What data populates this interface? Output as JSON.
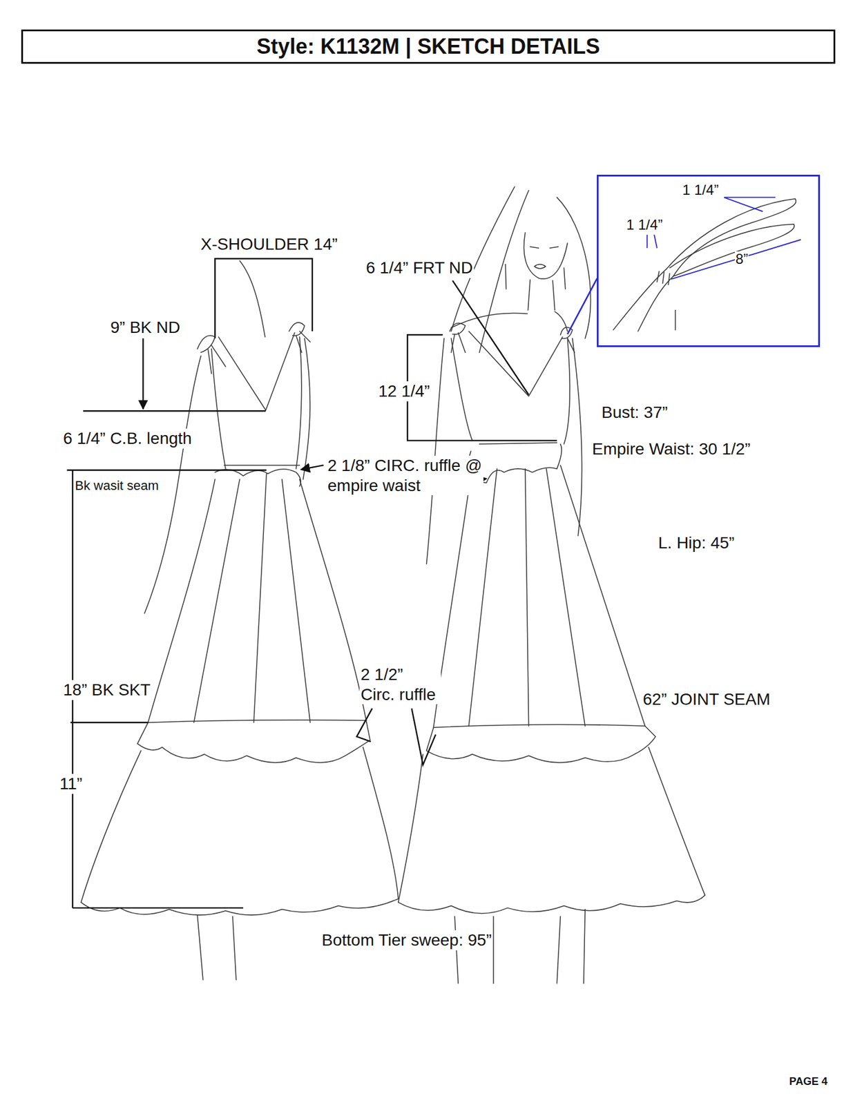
{
  "diagram": {
    "title": "Style: K1132M  |  SKETCH DETAILS",
    "nodes": [
      {
        "text": [
          "1 1/4”",
          "1 1/4”",
          "8”"
        ]
      }
    ],
    "labels": [
      "X-SHOULDER 14”",
      "9” BK ND",
      "6 1/4” C.B. length",
      "Bk wasit seam",
      "2 1/8” CIRC. ruffle @ empire waist",
      "18” BK SKT",
      "11”",
      "6 1/4” FRT ND",
      "12 1/4”",
      "Bust: 37”",
      "Empire Waist: 30 1/2”",
      "L. Hip: 45”",
      "2 1/2” Circ. ruffle",
      "62” JOINT SEAM",
      "Bottom Tier sweep: 95”",
      "PAGE 4"
    ]
  }
}
